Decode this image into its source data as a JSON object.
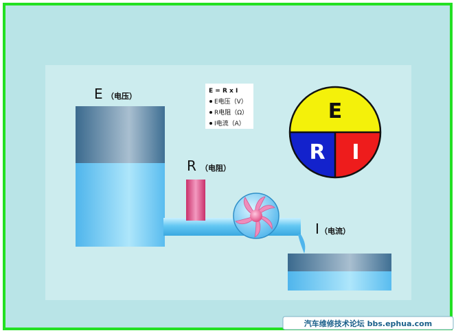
{
  "labels": {
    "e_letter": "E",
    "e_name": "（电压）",
    "r_letter": "R",
    "r_name": "（电阻）",
    "i_letter": "I",
    "i_name": "（电流）"
  },
  "legend": {
    "formula": "E = R x I",
    "items": [
      "E电压（V）",
      "R电阻（Ω）",
      "I电流（A）"
    ]
  },
  "circle": {
    "top": "E",
    "left": "R",
    "right": "I"
  },
  "watermark": "汽车维修技术论坛 bbs.ephua.com",
  "colors": {
    "frame_border": "#23e023",
    "outer_bg": "#b9e4e7",
    "inner_bg": "#ccecee",
    "water": "#63c7f3",
    "tank_top": "#3e6e92",
    "resistor": "#e0457f",
    "circle_yellow": "#f4f10a",
    "circle_blue": "#1322cc",
    "circle_red": "#ee1c1c"
  }
}
